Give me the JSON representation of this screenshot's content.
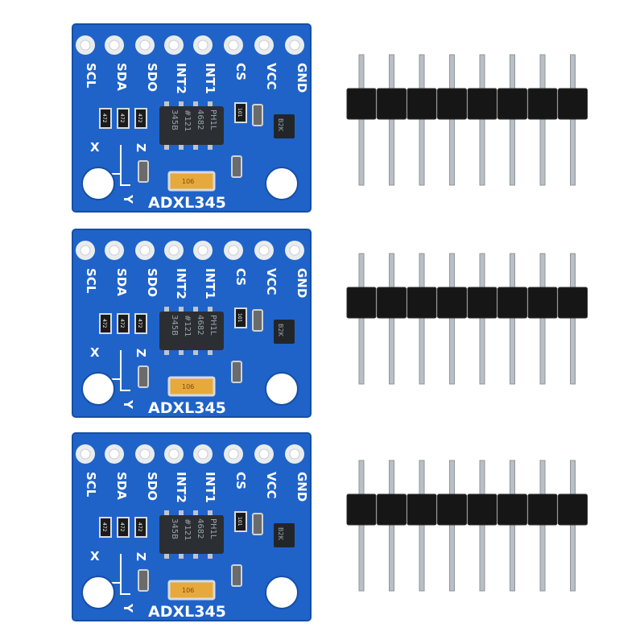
{
  "colors": {
    "background": "#ffffff",
    "pcb": "#1f63c8",
    "pcb_edge": "#164ea6",
    "silkscreen": "#ffffff",
    "pad": "#e9ecef",
    "chip": "#2b2f33",
    "header_plastic": "#161616",
    "header_pin": "#b9bfc4"
  },
  "board": {
    "model_label": "ADXL345",
    "pin_labels": [
      "SCL",
      "SDA",
      "SDO",
      "INT2",
      "INT1",
      "CS",
      "VCC",
      "GND"
    ],
    "chip_lines": [
      "345B",
      "#121",
      "4682",
      "PH1L"
    ],
    "axis_labels": {
      "x": "X",
      "y": "Y",
      "z": "Z"
    },
    "regulator_label": "B2K",
    "resistor_labels": [
      "472",
      "472",
      "472",
      "101"
    ],
    "cap_label": "106"
  },
  "kit": {
    "board_count": 3,
    "header_pin_count": 8
  }
}
